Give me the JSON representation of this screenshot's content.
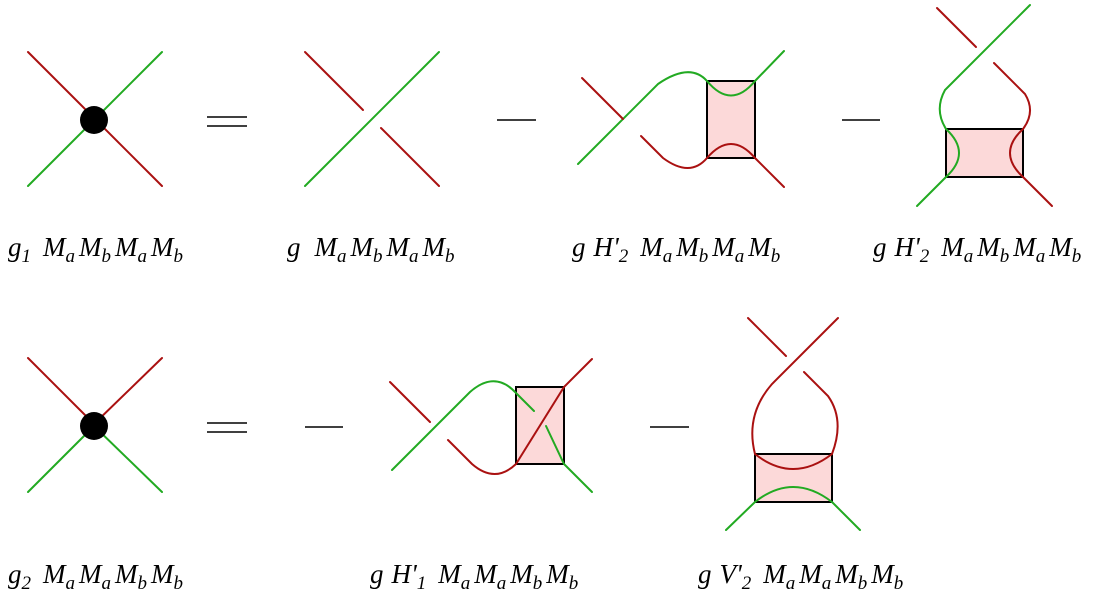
{
  "colors": {
    "green": "#22aa22",
    "red": "#aa1111",
    "box": "#fcd9d9",
    "vertex": "#000000"
  },
  "row1": {
    "lhs_label": {
      "g": "g",
      "gsub": "1",
      "rest": "M_a M_b M_a M_b"
    },
    "t1_label": {
      "g": "g",
      "rest": "M_a M_b M_a M_b"
    },
    "t2_label": {
      "g": "g",
      "op": "H'",
      "opsub": "2",
      "rest": "M_a M_b M_a M_b"
    },
    "t3_label": {
      "g": "g",
      "op": "H'",
      "opsub": "2",
      "rest": "M_a M_b M_a M_b"
    }
  },
  "row2": {
    "lhs_label": {
      "g": "g",
      "gsub": "2",
      "rest": "M_a M_a M_b M_b"
    },
    "t1_label": {
      "g": "g",
      "op": "H'",
      "opsub": "1",
      "rest": "M_a M_a M_b M_b"
    },
    "t2_label": {
      "g": "g",
      "op": "V'",
      "opsub": "2",
      "rest": "M_a M_a M_b M_b"
    }
  }
}
